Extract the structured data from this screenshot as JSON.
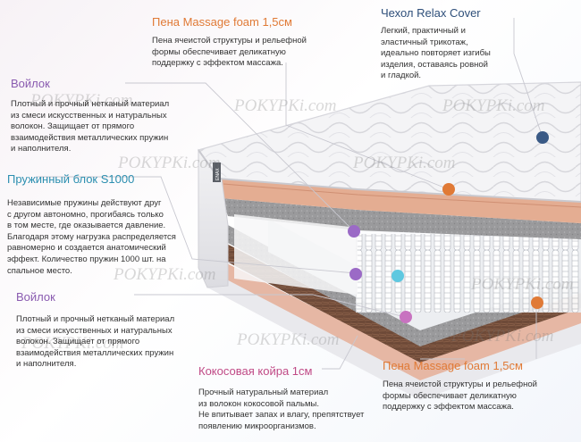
{
  "layers": {
    "massage_top": {
      "title": "Пена Massage foam 1,5см",
      "desc": [
        "Пена ячеистой структуры и рельефной",
        "формы обеспечивает деликатную",
        "поддержку с эффектом массажа."
      ]
    },
    "cover": {
      "title": "Чехол Relax Cover",
      "desc": [
        "Легкий, практичный и",
        "эластичный трикотаж,",
        "идеально повторяет изгибы",
        "изделия, оставаясь ровной",
        "и гладкой."
      ]
    },
    "felt_top": {
      "title": "Войлок",
      "desc": [
        "Плотный и прочный нетканый материал",
        "из смеси искусственных и натуральных",
        "волокон. Защищает от прямого",
        "взаимодействия металлических пружин",
        "и наполнителя."
      ]
    },
    "springs": {
      "title": "Пружинный блок S1000",
      "desc": [
        "Независимые пружины действуют друг",
        "с другом автономно, прогибаясь только",
        "в том месте, где оказывается давление.",
        "Благодаря этому нагрузка распределяется",
        "равномерно и создается анатомический",
        "эффект. Количество пружин 1000 шт. на",
        "спальное место."
      ]
    },
    "felt_bottom": {
      "title": "Войлок",
      "desc": [
        "Плотный и прочный нетканый материал",
        "из смеси искусственных и натуральных",
        "волокон. Защищает от прямого",
        "взаимодействия металлических пружин",
        "и наполнителя."
      ]
    },
    "coconut": {
      "title": "Кокосовая койра 1см",
      "desc": [
        "Прочный натуральный материал",
        "из волокон кокосовой пальмы.",
        "Не впитывает запах и влагу, препятствует",
        "появлению микроорганизмов."
      ]
    },
    "massage_bottom": {
      "title": "Пена Massage foam 1,5см",
      "desc": [
        "Пена ячеистой структуры и рельефной",
        "формы обеспечивает деликатную",
        "поддержку с эффектом массажа."
      ]
    }
  },
  "watermark": "POKYPKi.com",
  "label_tag": "ENAX",
  "colors": {
    "orange": "#e07a36",
    "blue": "#3a5a86",
    "purple": "#9b6ac6",
    "teal": "#5ec8e0",
    "pink": "#c873c0"
  }
}
